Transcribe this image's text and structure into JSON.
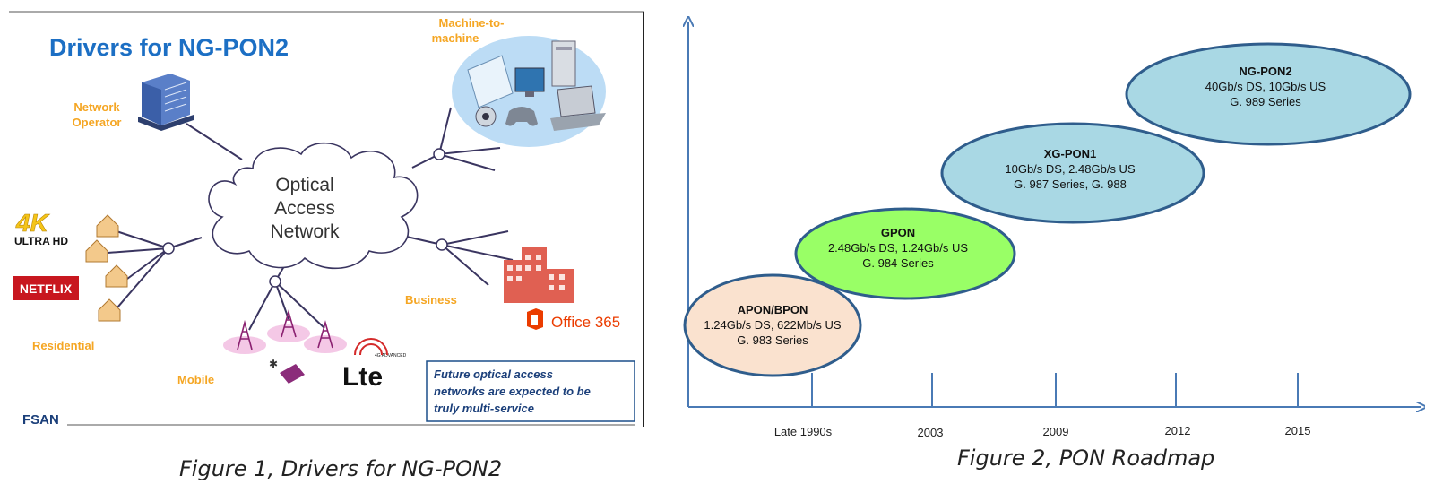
{
  "figure1": {
    "title": "Drivers for NG-PON2",
    "cloud": [
      "Optical",
      "Access",
      "Network"
    ],
    "network_operator": [
      "Network",
      "Operator"
    ],
    "machine_to_machine": [
      "Machine-to-",
      "machine"
    ],
    "residential": "Residential",
    "mobile": "Mobile",
    "business": "Business",
    "brand_4k": "4K",
    "brand_ultrahd": "ULTRA HD",
    "brand_netflix": "NETFLIX",
    "brand_office": "Office 365",
    "brand_lte": "Lte",
    "brand_lte_sup": "4G ADVANCED",
    "note": [
      "Future optical access",
      "networks are expected to be",
      "truly multi-service"
    ],
    "footer": "FSAN",
    "caption": "Figure 1, Drivers for NG-PON2",
    "colors": {
      "title": "#1c6fc4",
      "label": "#f5a623",
      "line": "#3a3560",
      "note_border": "#1c4f8a",
      "note_text": "#1b3f7a"
    }
  },
  "figure2": {
    "caption": "Figure 2, PON Roadmap",
    "x_ticks": [
      "Late 1990s",
      "2003",
      "2009",
      "2012",
      "2015"
    ],
    "generations": [
      {
        "name": "APON/BPON",
        "line1": "1.24Gb/s DS, 622Mb/s US",
        "line2": "G. 983 Series",
        "fill": "#fae2cf"
      },
      {
        "name": "GPON",
        "line1": "2.48Gb/s DS, 1.24Gb/s US",
        "line2": "G. 984 Series",
        "fill": "#99ff66"
      },
      {
        "name": "XG-PON1",
        "line1": "10Gb/s DS, 2.48Gb/s US",
        "line2": "G. 987 Series, G. 988",
        "fill": "#a9d8e4"
      },
      {
        "name": "NG-PON2",
        "line1": "40Gb/s DS, 10Gb/s US",
        "line2": "G. 989 Series",
        "fill": "#a9d8e4"
      }
    ],
    "colors": {
      "axis": "#4a7ab5",
      "ellipse_stroke": "#2f5d8c"
    }
  }
}
